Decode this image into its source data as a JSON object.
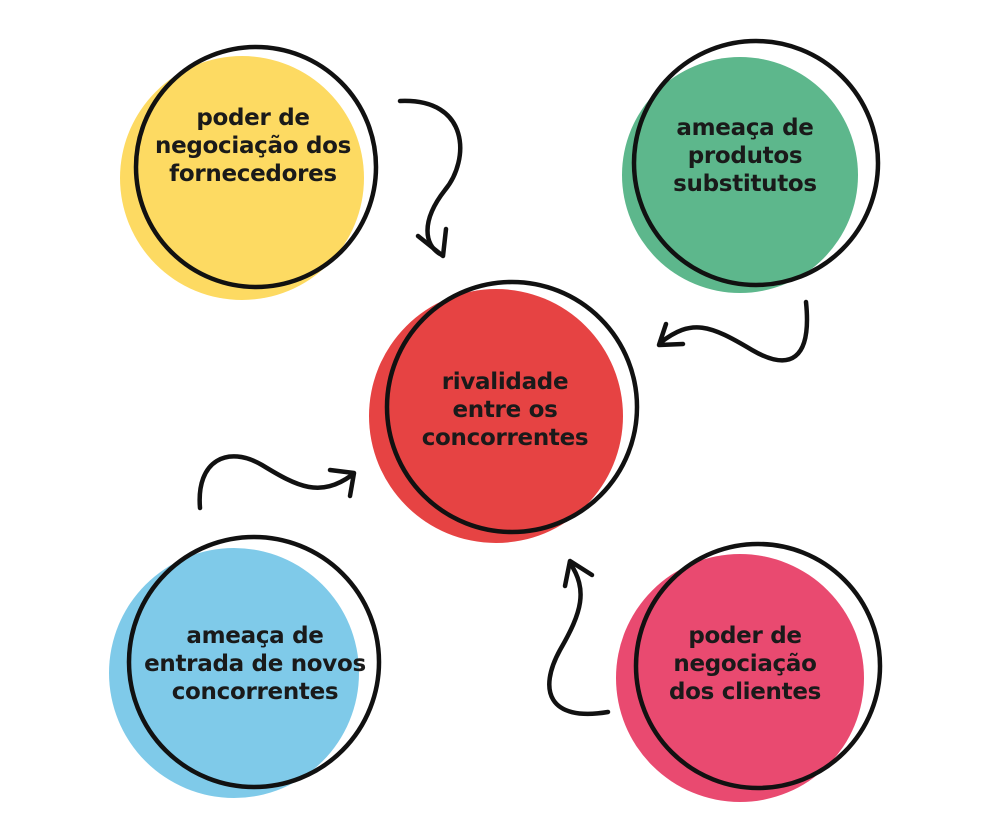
{
  "diagram": {
    "nodes": [
      {
        "id": "suppliers",
        "lines": [
          "poder de",
          "negociação dos",
          "fornecedores"
        ],
        "color": "#FDDA62"
      },
      {
        "id": "substitutes",
        "lines": [
          "ameaça de",
          "produtos",
          "substitutos"
        ],
        "color": "#5DB78C"
      },
      {
        "id": "rivalry",
        "lines": [
          "rivalidade",
          "entre os",
          "concorrentes"
        ],
        "color": "#E64343"
      },
      {
        "id": "new-entrants",
        "lines": [
          "ameaça de",
          "entrada de novos",
          "concorrentes"
        ],
        "color": "#7FCAE9"
      },
      {
        "id": "clients",
        "lines": [
          "poder de",
          "negociação",
          "dos clientes"
        ],
        "color": "#E94A70"
      }
    ],
    "outline_color": "#111111"
  }
}
